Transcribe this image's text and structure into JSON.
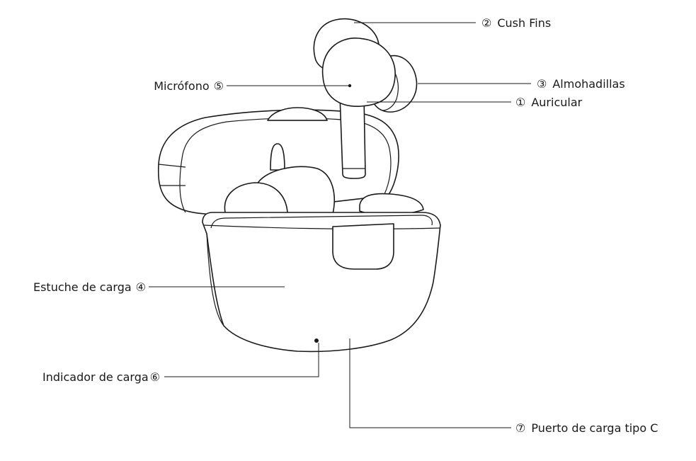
{
  "labels": {
    "earbud": {
      "num": "①",
      "text": "Auricular"
    },
    "cush_fins": {
      "num": "②",
      "text": "Cush Fins"
    },
    "ear_tips": {
      "num": "③",
      "text": "Almohadillas"
    },
    "charging_case": {
      "num": "④",
      "text": "Estuche de carga"
    },
    "microphone": {
      "num": "⑤",
      "text": "Micrófono"
    },
    "charge_indicator": {
      "num": "⑥",
      "text": "Indicador de carga"
    },
    "usb_c_port": {
      "num": "⑦",
      "text": "Puerto de carga tipo C"
    }
  },
  "colors": {
    "line": "#1a1a1a",
    "background": "#ffffff"
  }
}
